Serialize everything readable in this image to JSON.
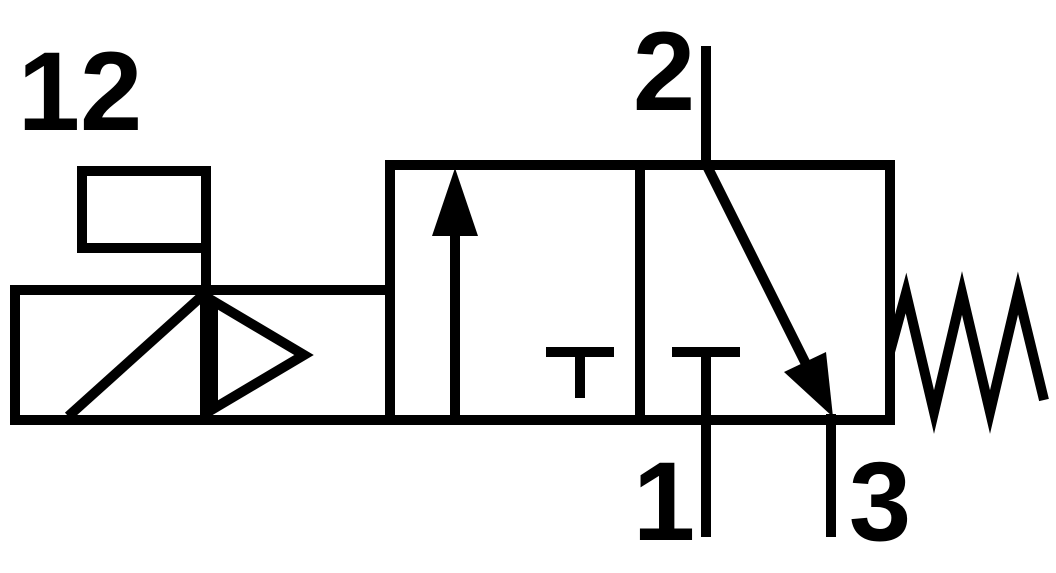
{
  "colors": {
    "line": "#000000",
    "background": "#ffffff"
  },
  "labels": {
    "pilot_port": "12",
    "port_top": "2",
    "port_bottom_left": "1",
    "port_bottom_right": "3"
  }
}
